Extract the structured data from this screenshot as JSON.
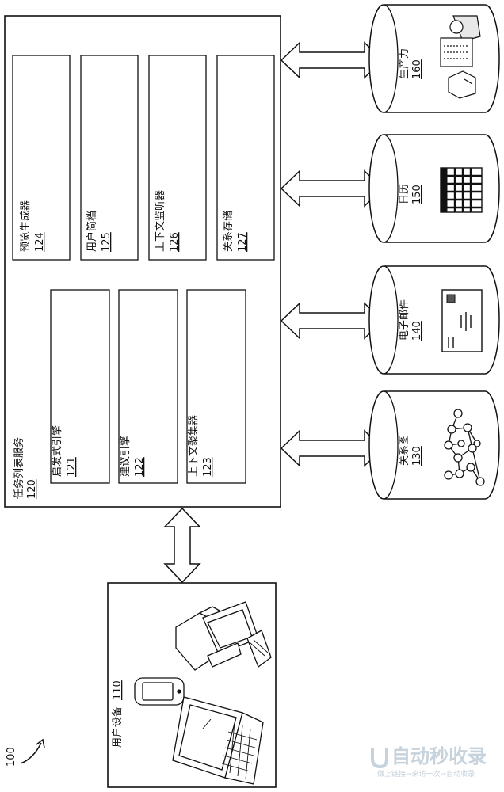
{
  "figure_ref": "100",
  "service": {
    "name": "任务列表服务",
    "num": "120"
  },
  "components": [
    {
      "name": "预览生成器",
      "num": "124"
    },
    {
      "name": "用户简档",
      "num": "125"
    },
    {
      "name": "上下文监听器",
      "num": "126"
    },
    {
      "name": "关系存储",
      "num": "127"
    },
    {
      "name": "启发式引擎",
      "num": "121"
    },
    {
      "name": "建议引擎",
      "num": "122"
    },
    {
      "name": "上下文聚集器",
      "num": "123"
    }
  ],
  "stores": [
    {
      "name": "生产力",
      "num": "160",
      "icon": "productivity-icon"
    },
    {
      "name": "日历",
      "num": "150",
      "icon": "calendar-icon"
    },
    {
      "name": "电子邮件",
      "num": "140",
      "icon": "email-icon"
    },
    {
      "name": "关系图",
      "num": "130",
      "icon": "graph-icon"
    }
  ],
  "device": {
    "name": "用户设备",
    "num": "110"
  },
  "watermark": {
    "text": "自动秒收录",
    "sub": "做上链接→来访一次→自动收录"
  },
  "colors": {
    "line": "#111111",
    "watermark": "#c6d2dc"
  }
}
